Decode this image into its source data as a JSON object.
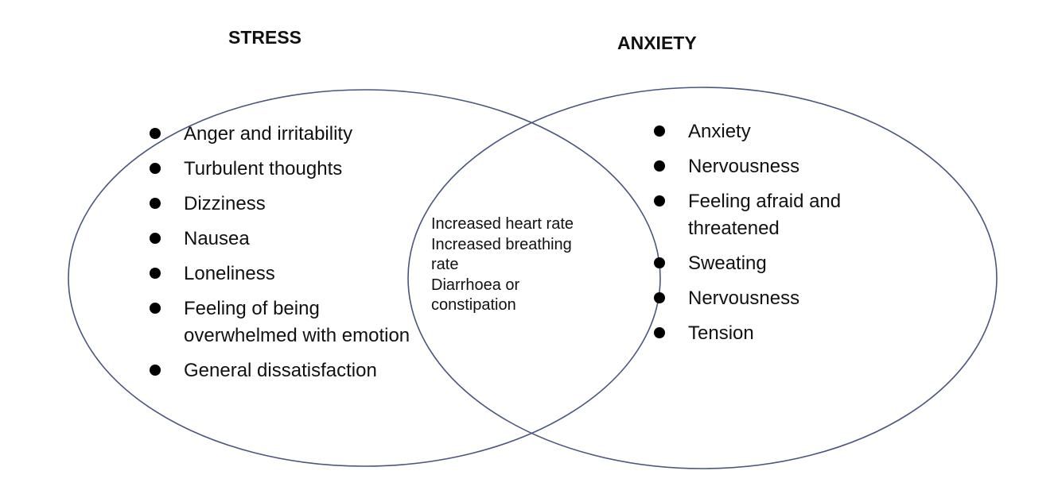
{
  "colors": {
    "circle_stroke": "#4a5580",
    "text": "#111111",
    "bullet": "#000000"
  },
  "stress": {
    "title": "STRESS",
    "items": [
      "Anger and irritability",
      "Turbulent thoughts",
      "Dizziness",
      "Nausea",
      "Loneliness",
      "Feeling of being\noverwhelmed with emotion",
      "General dissatisfaction"
    ]
  },
  "anxiety": {
    "title": "ANXIETY",
    "items": [
      "Anxiety",
      "Nervousness",
      "Feeling afraid and\nthreatened",
      "Sweating",
      "Nervousness",
      "Tension"
    ]
  },
  "overlap": {
    "items": [
      "Increased heart rate",
      "Increased breathing\nrate",
      "Diarrhoea or\nconstipation"
    ]
  }
}
